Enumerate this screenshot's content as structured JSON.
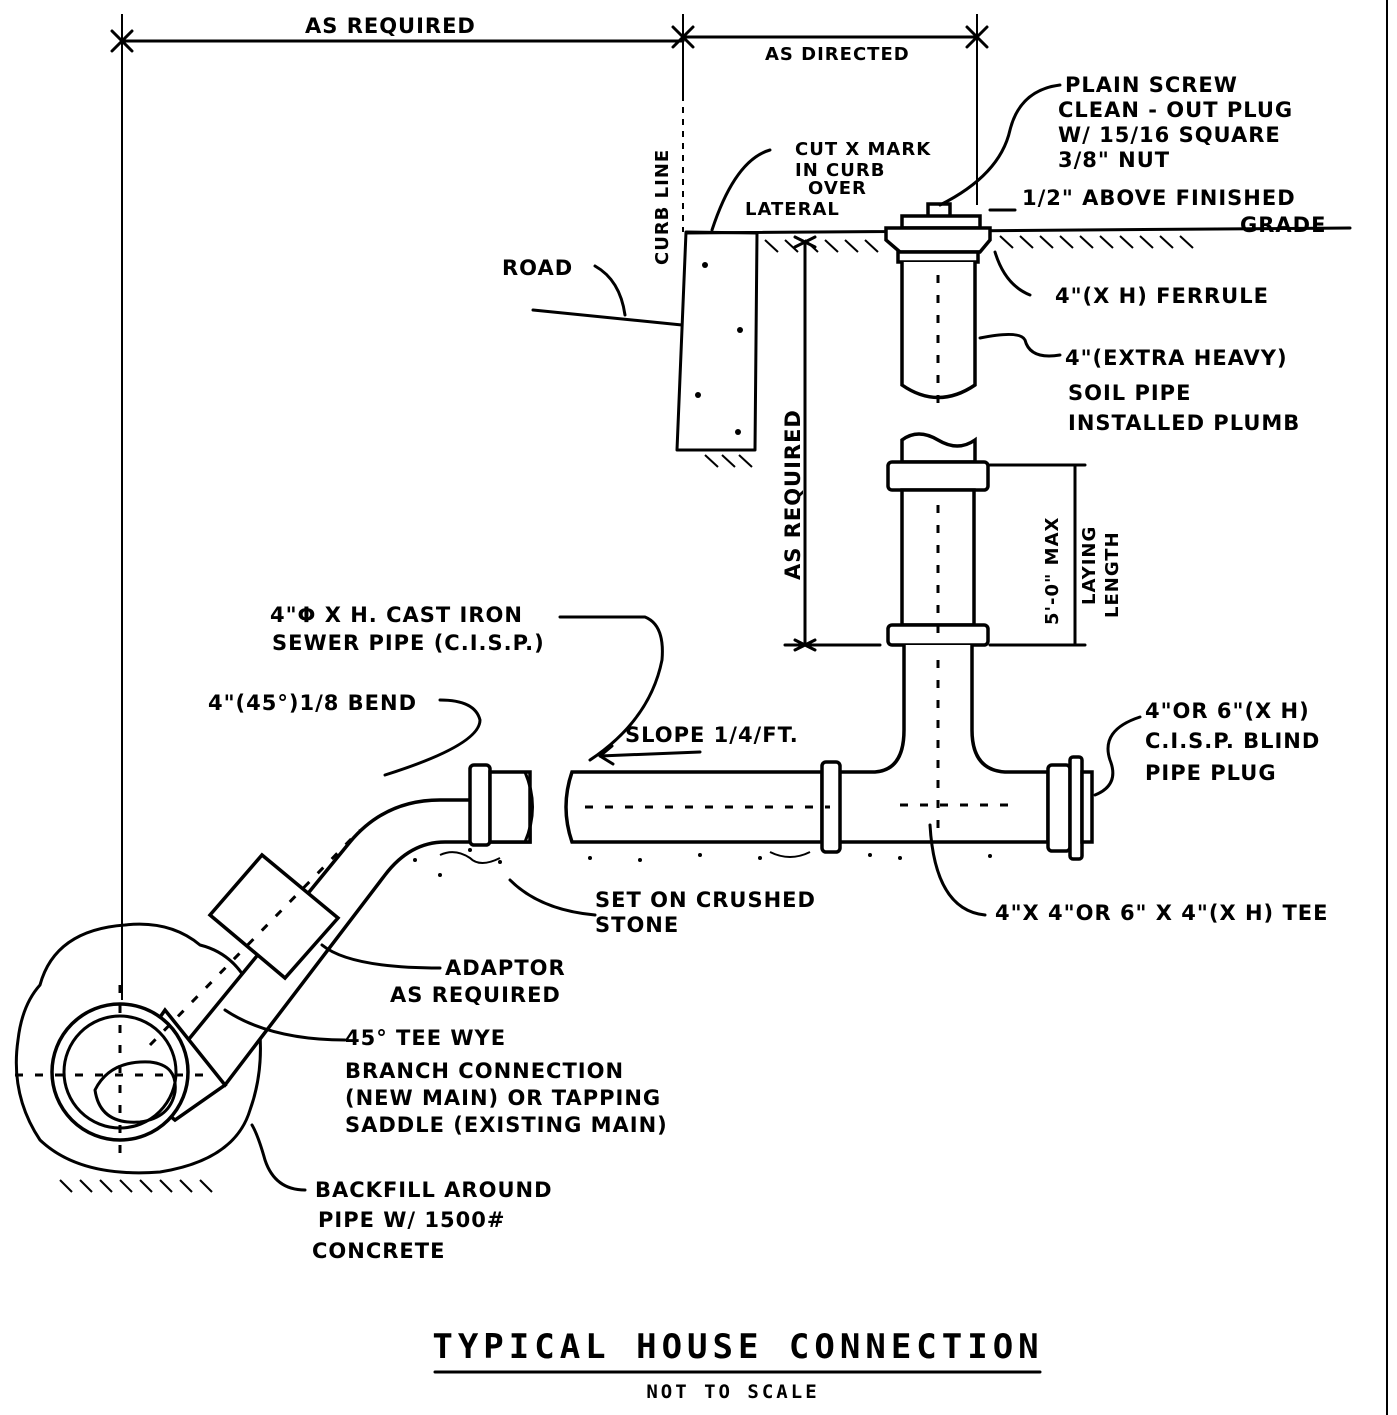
{
  "labels": {
    "as_required_top": "AS REQUIRED",
    "as_directed": "AS DIRECTED",
    "curb_line": "CURB LINE",
    "plain_screw": [
      "PLAIN SCREW",
      "CLEAN - OUT PLUG",
      "W/ 15/16 SQUARE",
      "3/8\" NUT"
    ],
    "cut_x_mark": [
      "CUT X MARK",
      "IN CURB",
      "OVER",
      "LATERAL"
    ],
    "above_grade": [
      "1/2\" ABOVE FINISHED",
      "GRADE"
    ],
    "road": "ROAD",
    "ferrule": "4\"(X H) FERRULE",
    "soil_pipe": [
      "4\"(EXTRA HEAVY)",
      "SOIL PIPE",
      "INSTALLED PLUMB"
    ],
    "as_required_vertical": "AS REQUIRED",
    "laying_length": [
      "5'-0\" MAX",
      "LAYING",
      "LENGTH"
    ],
    "cast_iron": [
      "4\"Φ X H. CAST IRON",
      "SEWER PIPE (C.I.S.P.)"
    ],
    "bend": "4\"(45°)1/8 BEND",
    "slope": "SLOPE 1/4/FT.",
    "blind_plug": [
      "4\"OR 6\"(X H)",
      "C.I.S.P. BLIND",
      "PIPE PLUG"
    ],
    "crushed_stone": [
      "SET ON CRUSHED",
      "STONE"
    ],
    "tee": "4\"X 4\"OR 6\" X 4\"(X H) TEE",
    "adaptor": [
      "ADAPTOR",
      "AS REQUIRED"
    ],
    "tee_wye": [
      "45° TEE WYE",
      "BRANCH CONNECTION",
      "(NEW MAIN) OR TAPPING",
      "SADDLE (EXISTING MAIN)"
    ],
    "backfill": [
      "BACKFILL AROUND",
      "PIPE W/ 1500#",
      "CONCRETE"
    ]
  },
  "title": "TYPICAL HOUSE CONNECTION",
  "subtitle": "NOT TO SCALE"
}
